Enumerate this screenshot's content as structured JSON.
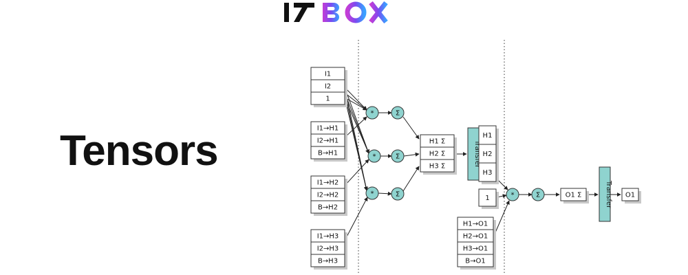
{
  "logo": {
    "text": "ITBOX",
    "colors": [
      "#111111",
      "#c43dd6",
      "#7a4bf0",
      "#3aa0ff"
    ]
  },
  "title": "Tensors",
  "diagram": {
    "colors": {
      "node_fill": "#8fd3cf",
      "box_stroke": "#333333",
      "shadow": "#c8c8c8"
    },
    "input_stack": [
      "I1",
      "I2",
      "1"
    ],
    "weight_stacks": [
      [
        "I1→H1",
        "I2→H1",
        "B→H1"
      ],
      [
        "I1→H2",
        "I2→H2",
        "B→H2"
      ],
      [
        "I1→H3",
        "I2→H3",
        "B→H3"
      ]
    ],
    "multiply_symbol": "*",
    "sum_symbol": "Σ",
    "hidden_sums": [
      "H1 Σ",
      "H2 Σ",
      "H3 Σ"
    ],
    "transfer_label": "Transfer",
    "hidden_outputs": [
      "H1",
      "H2",
      "H3"
    ],
    "bias_value": "1",
    "output_weights": [
      "H1→O1",
      "H2→O1",
      "H3→O1",
      "B→O1"
    ],
    "output_sum": "O1 Σ",
    "output": "O1"
  }
}
